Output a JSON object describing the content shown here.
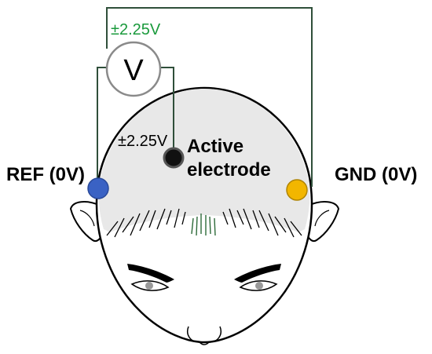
{
  "voltmeter": {
    "symbol": "V",
    "reading": "±2.25V"
  },
  "active_electrode": {
    "potential": "±2.25V",
    "label_line1": "Active",
    "label_line2": "electrode"
  },
  "reference_electrode": {
    "label": "REF (0V)"
  },
  "ground_electrode": {
    "label": "GND (0V)"
  },
  "colors": {
    "wire": "#2f4f3a",
    "reading_text": "#1a9a3c",
    "ref_electrode": "#3a62c4",
    "gnd_electrode": "#f2b600",
    "active_electrode": "#111111",
    "scalp": "#e8e8e8",
    "outline": "#000000"
  }
}
